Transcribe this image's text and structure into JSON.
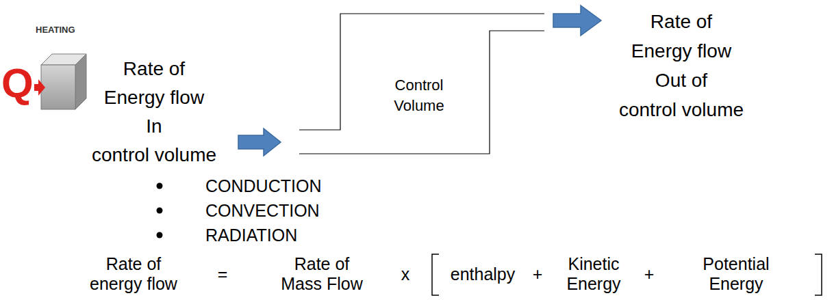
{
  "diagram": {
    "nodes": [
      {
        "text": [
          "Control Volume"
        ]
      }
    ],
    "labels": [
      "HEATING",
      "Q",
      "Rate of Energy flow In control volume",
      "Rate of Energy flow Out of control volume",
      "CONDUCTION",
      "CONVECTION",
      "RADIATION",
      "Rate of energy flow",
      "=",
      "Rate of Mass Flow",
      "x",
      "enthalpy",
      "+",
      "Kinetic Energy",
      "+",
      "Potential Energy"
    ]
  }
}
